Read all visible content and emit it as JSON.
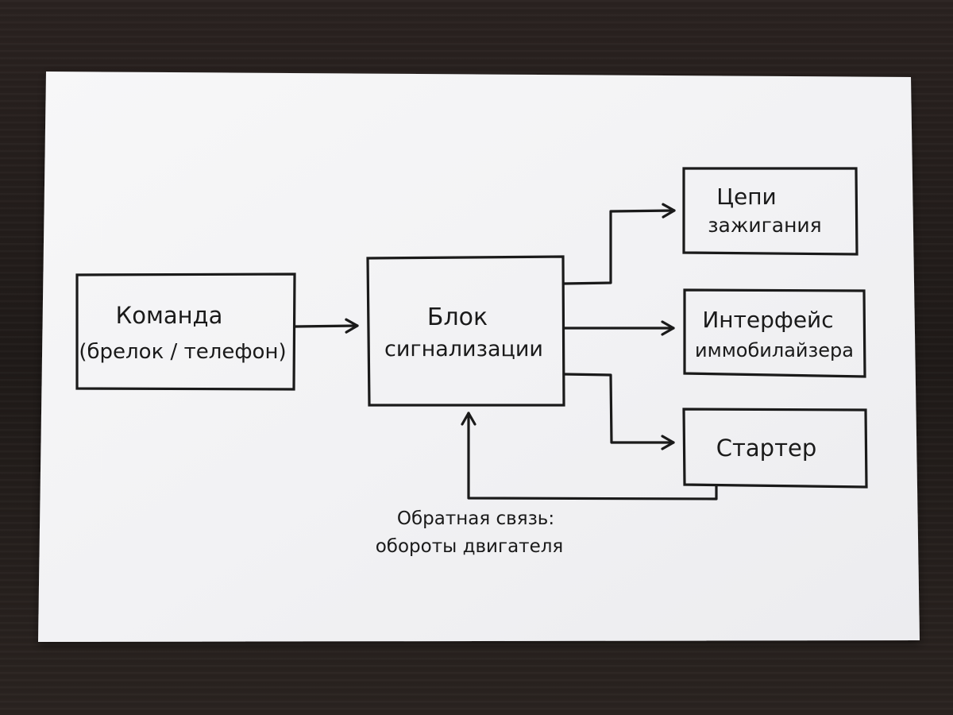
{
  "diagram": {
    "command_box": {
      "line1": "Команда",
      "line2": "(брелок / телефон)"
    },
    "alarm_box": {
      "line1": "Блок",
      "line2": "сигнализации"
    },
    "ignition_box": {
      "line1": "Цепи",
      "line2": "зажигания"
    },
    "immobilizer_box": {
      "line1": "Интерфейс",
      "line2": "иммобилайзера"
    },
    "starter_box": {
      "line1": "Стартер"
    },
    "feedback_label": {
      "line1": "Обратная связь:",
      "line2": "обороты двигателя"
    }
  }
}
